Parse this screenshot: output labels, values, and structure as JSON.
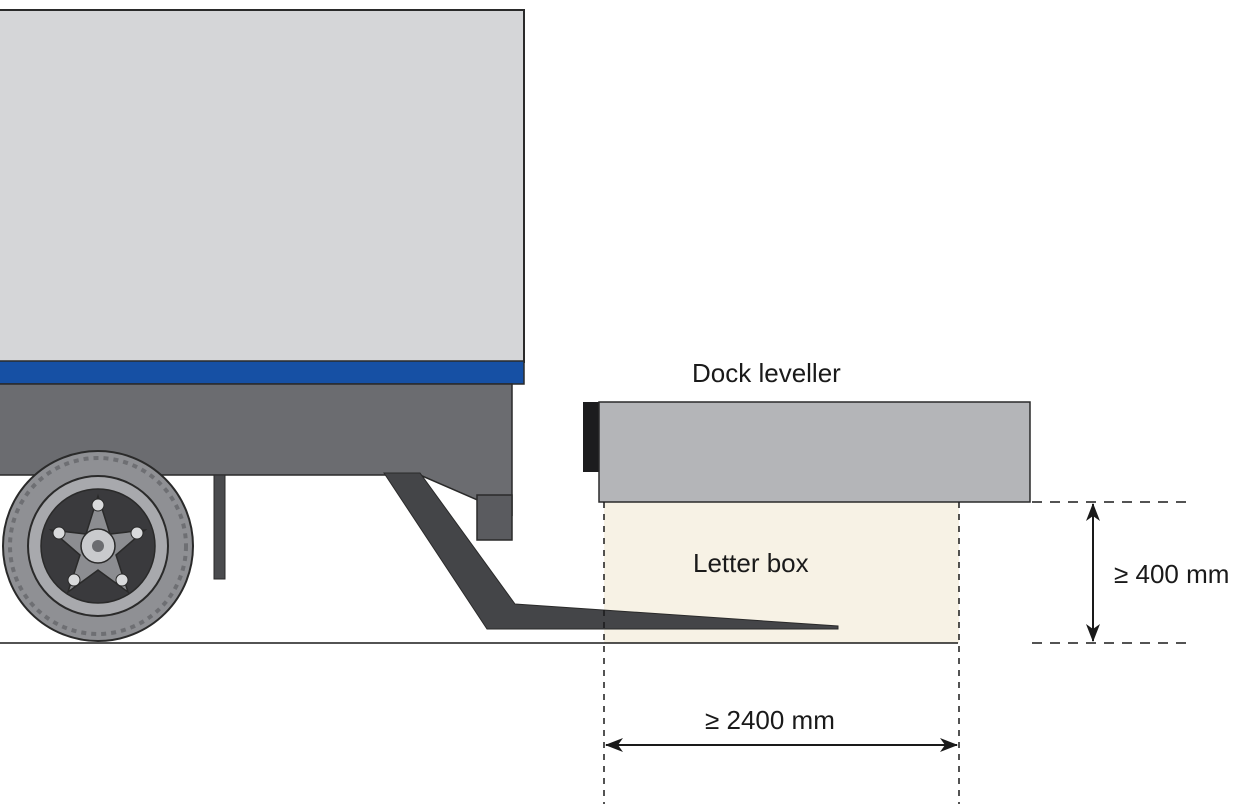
{
  "labels": {
    "dock_leveller": "Dock leveller",
    "letter_box": "Letter box",
    "height_dimension": "≥ 400 mm",
    "width_dimension": "≥ 2400 mm"
  },
  "colors": {
    "trailer_body": "#d5d6d8",
    "blue_stripe": "#1650a4",
    "chassis": "#6b6c70",
    "dock_leveller": "#b4b5b8",
    "letter_box": "#f7f2e5",
    "fork": "#444548",
    "tire": "#8f9094"
  },
  "icons": {
    "wheel": "wheel-icon",
    "arrow_vertical": "double-arrow-vertical-icon",
    "arrow_horizontal": "double-arrow-horizontal-icon"
  }
}
